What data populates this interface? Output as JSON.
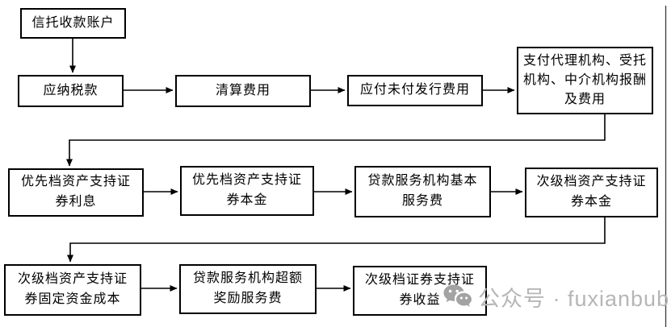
{
  "diagram": {
    "type": "flowchart",
    "nodes": [
      {
        "id": "trust-collection-account",
        "label": "信托收款账户"
      },
      {
        "id": "taxes-payable",
        "label": "应纳税款"
      },
      {
        "id": "liquidation-expenses",
        "label": "清算费用"
      },
      {
        "id": "unpaid-issuance-expenses",
        "label": "应付未付发行费用"
      },
      {
        "id": "agency-trustee-intermediary-fees",
        "label": "支付代理机构、受托\n机构、中介机构报酬\n及费用"
      },
      {
        "id": "senior-notes-interest",
        "label": "优先档资产支持证\n券利息"
      },
      {
        "id": "senior-notes-principal",
        "label": "优先档资产支持证\n券本金"
      },
      {
        "id": "loan-servicer-base-fee",
        "label": "贷款服务机构基本\n服务费"
      },
      {
        "id": "subordinate-notes-principal",
        "label": "次级档资产支持证\n券本金"
      },
      {
        "id": "subordinate-notes-fixed-funding-cost",
        "label": "次级档资产支持证\n券固定资金成本"
      },
      {
        "id": "loan-servicer-excess-incentive-fee",
        "label": "贷款服务机构超额\n奖励服务费"
      },
      {
        "id": "subordinate-notes-income",
        "label": "次级档证券支持证\n券收益"
      }
    ],
    "edges": [
      [
        "trust-collection-account",
        "taxes-payable"
      ],
      [
        "taxes-payable",
        "liquidation-expenses"
      ],
      [
        "liquidation-expenses",
        "unpaid-issuance-expenses"
      ],
      [
        "unpaid-issuance-expenses",
        "agency-trustee-intermediary-fees"
      ],
      [
        "agency-trustee-intermediary-fees",
        "senior-notes-interest"
      ],
      [
        "senior-notes-interest",
        "senior-notes-principal"
      ],
      [
        "senior-notes-principal",
        "loan-servicer-base-fee"
      ],
      [
        "loan-servicer-base-fee",
        "subordinate-notes-principal"
      ],
      [
        "subordinate-notes-principal",
        "subordinate-notes-fixed-funding-cost"
      ],
      [
        "subordinate-notes-fixed-funding-cost",
        "loan-servicer-excess-incentive-fee"
      ],
      [
        "loan-servicer-excess-incentive-fee",
        "subordinate-notes-income"
      ]
    ]
  },
  "watermark": {
    "icon": "wechat-icon",
    "text": "公众号 · fuxianbubin",
    "text_color": "#b6b6b6",
    "icon_color": "#a3a3a3"
  },
  "colors": {
    "background": "#ffffff",
    "node_border": "#000000",
    "node_fill": "#ffffff",
    "connector": "#000000",
    "page_edge_line": "#3a3a3a"
  }
}
